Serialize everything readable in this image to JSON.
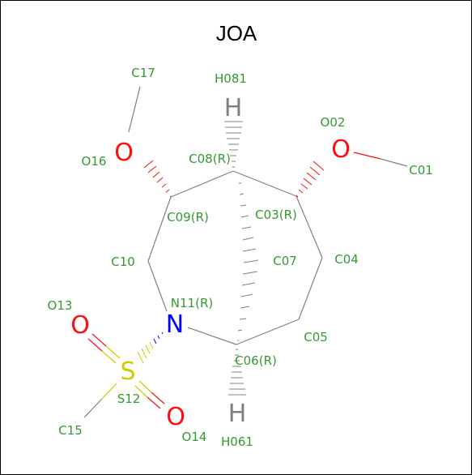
{
  "title": "JOA",
  "colors": {
    "carbon": "#808080",
    "oxygen": "#ff0d0d",
    "nitrogen": "#0000ff",
    "sulfur": "#cccc00",
    "hydrogen": "#808080",
    "label": "#339933",
    "background": "#ffffff"
  },
  "atom_labels": {
    "c17": "C17",
    "h081": "H081",
    "o02": "O02",
    "o16": "O16",
    "c08": "C08(R)",
    "c01": "C01",
    "c09": "C09(R)",
    "c03": "C03(R)",
    "c10": "C10",
    "c07": "C07",
    "c04": "C04",
    "n11": "N11(R)",
    "o13": "O13",
    "c05": "C05",
    "c06": "C06(R)",
    "s12": "S12",
    "c15": "C15",
    "o14": "O14",
    "h061": "H061"
  },
  "elements": {
    "o16": "O",
    "o02": "O",
    "h08": "H",
    "n11": "N",
    "s12": "S",
    "o13": "O",
    "o14": "O",
    "h06": "H"
  }
}
